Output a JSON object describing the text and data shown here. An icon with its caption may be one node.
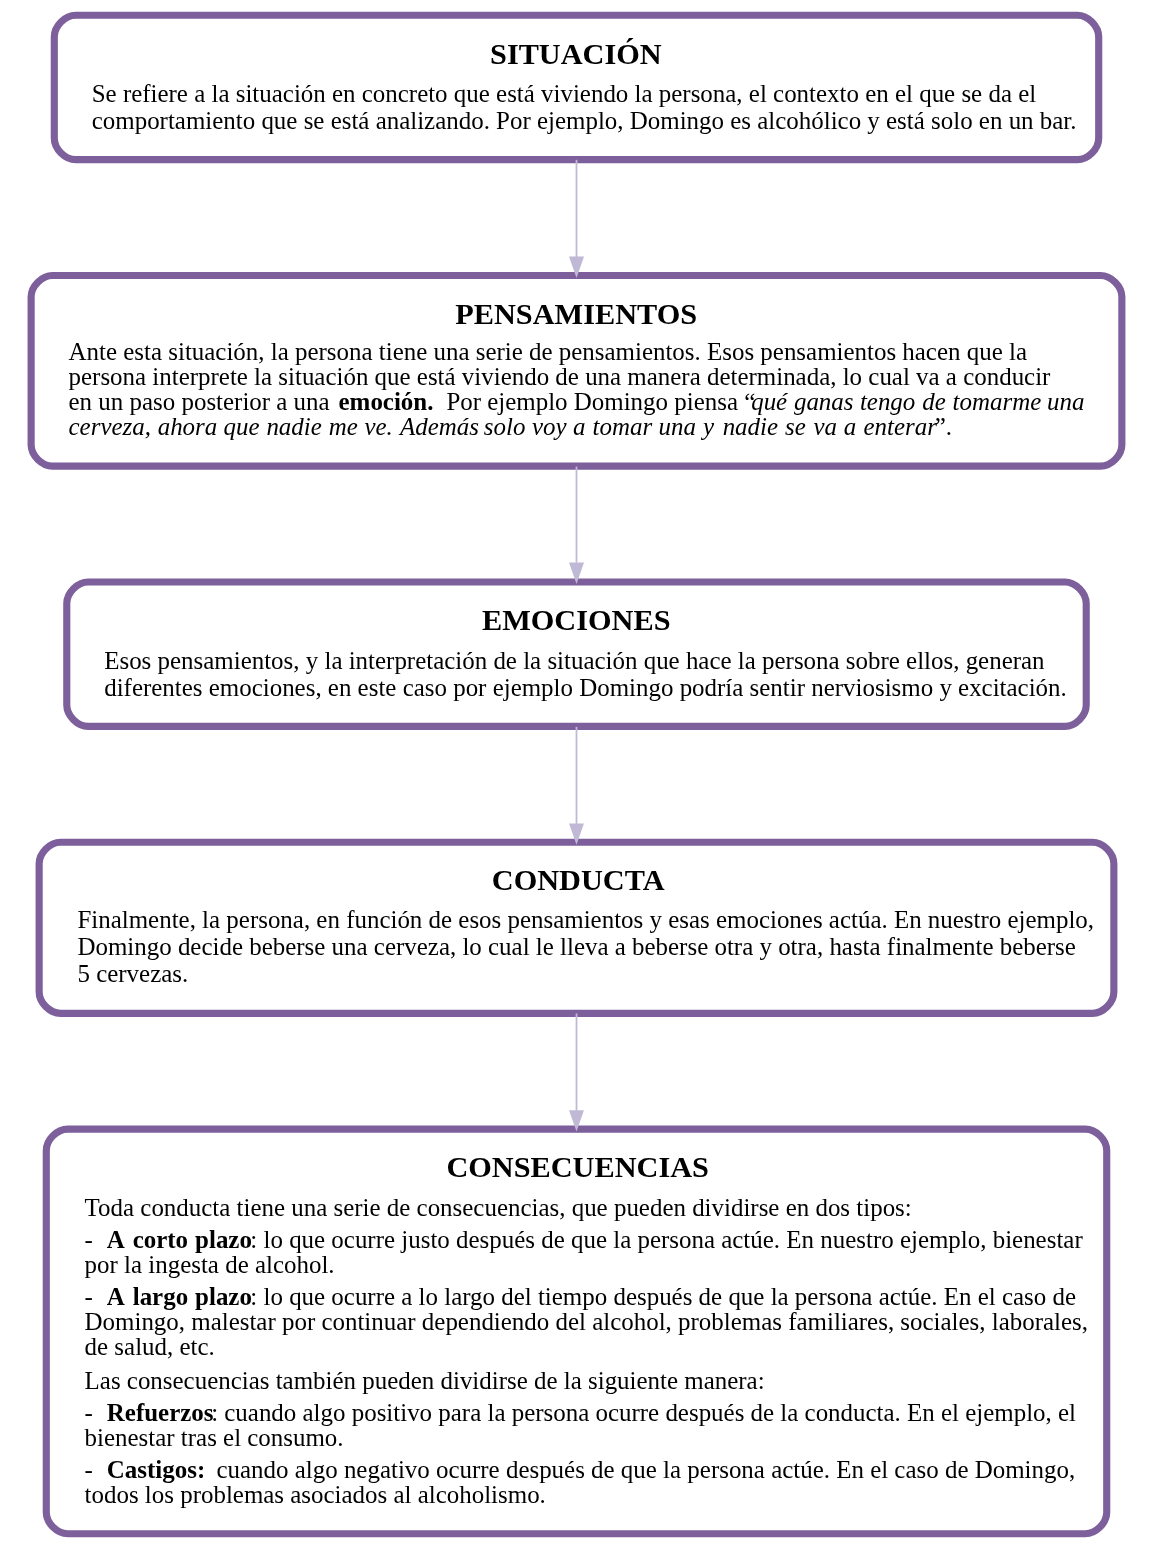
{
  "diagram": {
    "nodes": [
      {
        "text": [
          "SITUACIÓN",
          "Se refiere a la situación en concreto que está viviendo la persona, el contexto en el que se da el comportamiento que se está analizando. Por ejemplo, Domingo es alcohólico y está solo en un bar."
        ]
      },
      {
        "text": [
          "PENSAMIENTOS",
          "Ante esta situación, la persona tiene una serie de pensamientos. Esos pensamientos hacen que la persona interprete la situación que está viviendo de una manera determinada, lo cual va a conducir en un paso posterior a una **emoción.** Por ejemplo Domingo piensa “*qué ganas tengo de tomarme una cerveza, ahora que nadie me ve. Además solo voy a tomar una y nadie se va a enterar*”."
        ]
      },
      {
        "text": [
          "EMOCIONES",
          "Esos pensamientos, y la interpretación de la situación que hace la persona sobre ellos, generan diferentes emociones, en este caso por ejemplo Domingo podría sentir nerviosismo y excitación."
        ]
      },
      {
        "text": [
          "CONDUCTA",
          "Finalmente, la persona, en función de esos pensamientos y esas emociones actúa. En nuestro ejemplo, Domingo decide beberse una cerveza, lo cual le lleva a beberse otra y otra, hasta finalmente beberse 5 cervezas."
        ]
      },
      {
        "text": [
          "CONSECUENCIAS",
          "Toda conducta tiene una serie de consecuencias, que pueden dividirse en dos tipos:",
          "- **A corto plazo**: lo que ocurre justo después de que la persona actúe. En nuestro ejemplo, bienestar por la ingesta de alcohol.",
          "- **A largo plazo**: lo que ocurre a lo largo del tiempo después de que la persona actúe. En el caso de Domingo, malestar por continuar dependiendo del alcohol, problemas familiares, sociales, laborales, de salud, etc.",
          "Las consecuencias también pueden dividirse de la siguiente manera:",
          "- **Refuerzos**: cuando algo positivo para la persona ocurre después de la conducta. En el ejemplo, el bienestar tras el consumo.",
          "- **Castigos:** cuando algo negativo ocurre después de que la persona actúe. En el caso de Domingo, todos los problemas asociados al alcoholismo."
        ]
      }
    ],
    "edges": [
      {
        "from": 0,
        "to": 1,
        "arrow": "to"
      },
      {
        "from": 1,
        "to": 2,
        "arrow": "to"
      },
      {
        "from": 2,
        "to": 3,
        "arrow": "to"
      },
      {
        "from": 3,
        "to": 4,
        "arrow": "to"
      }
    ]
  }
}
